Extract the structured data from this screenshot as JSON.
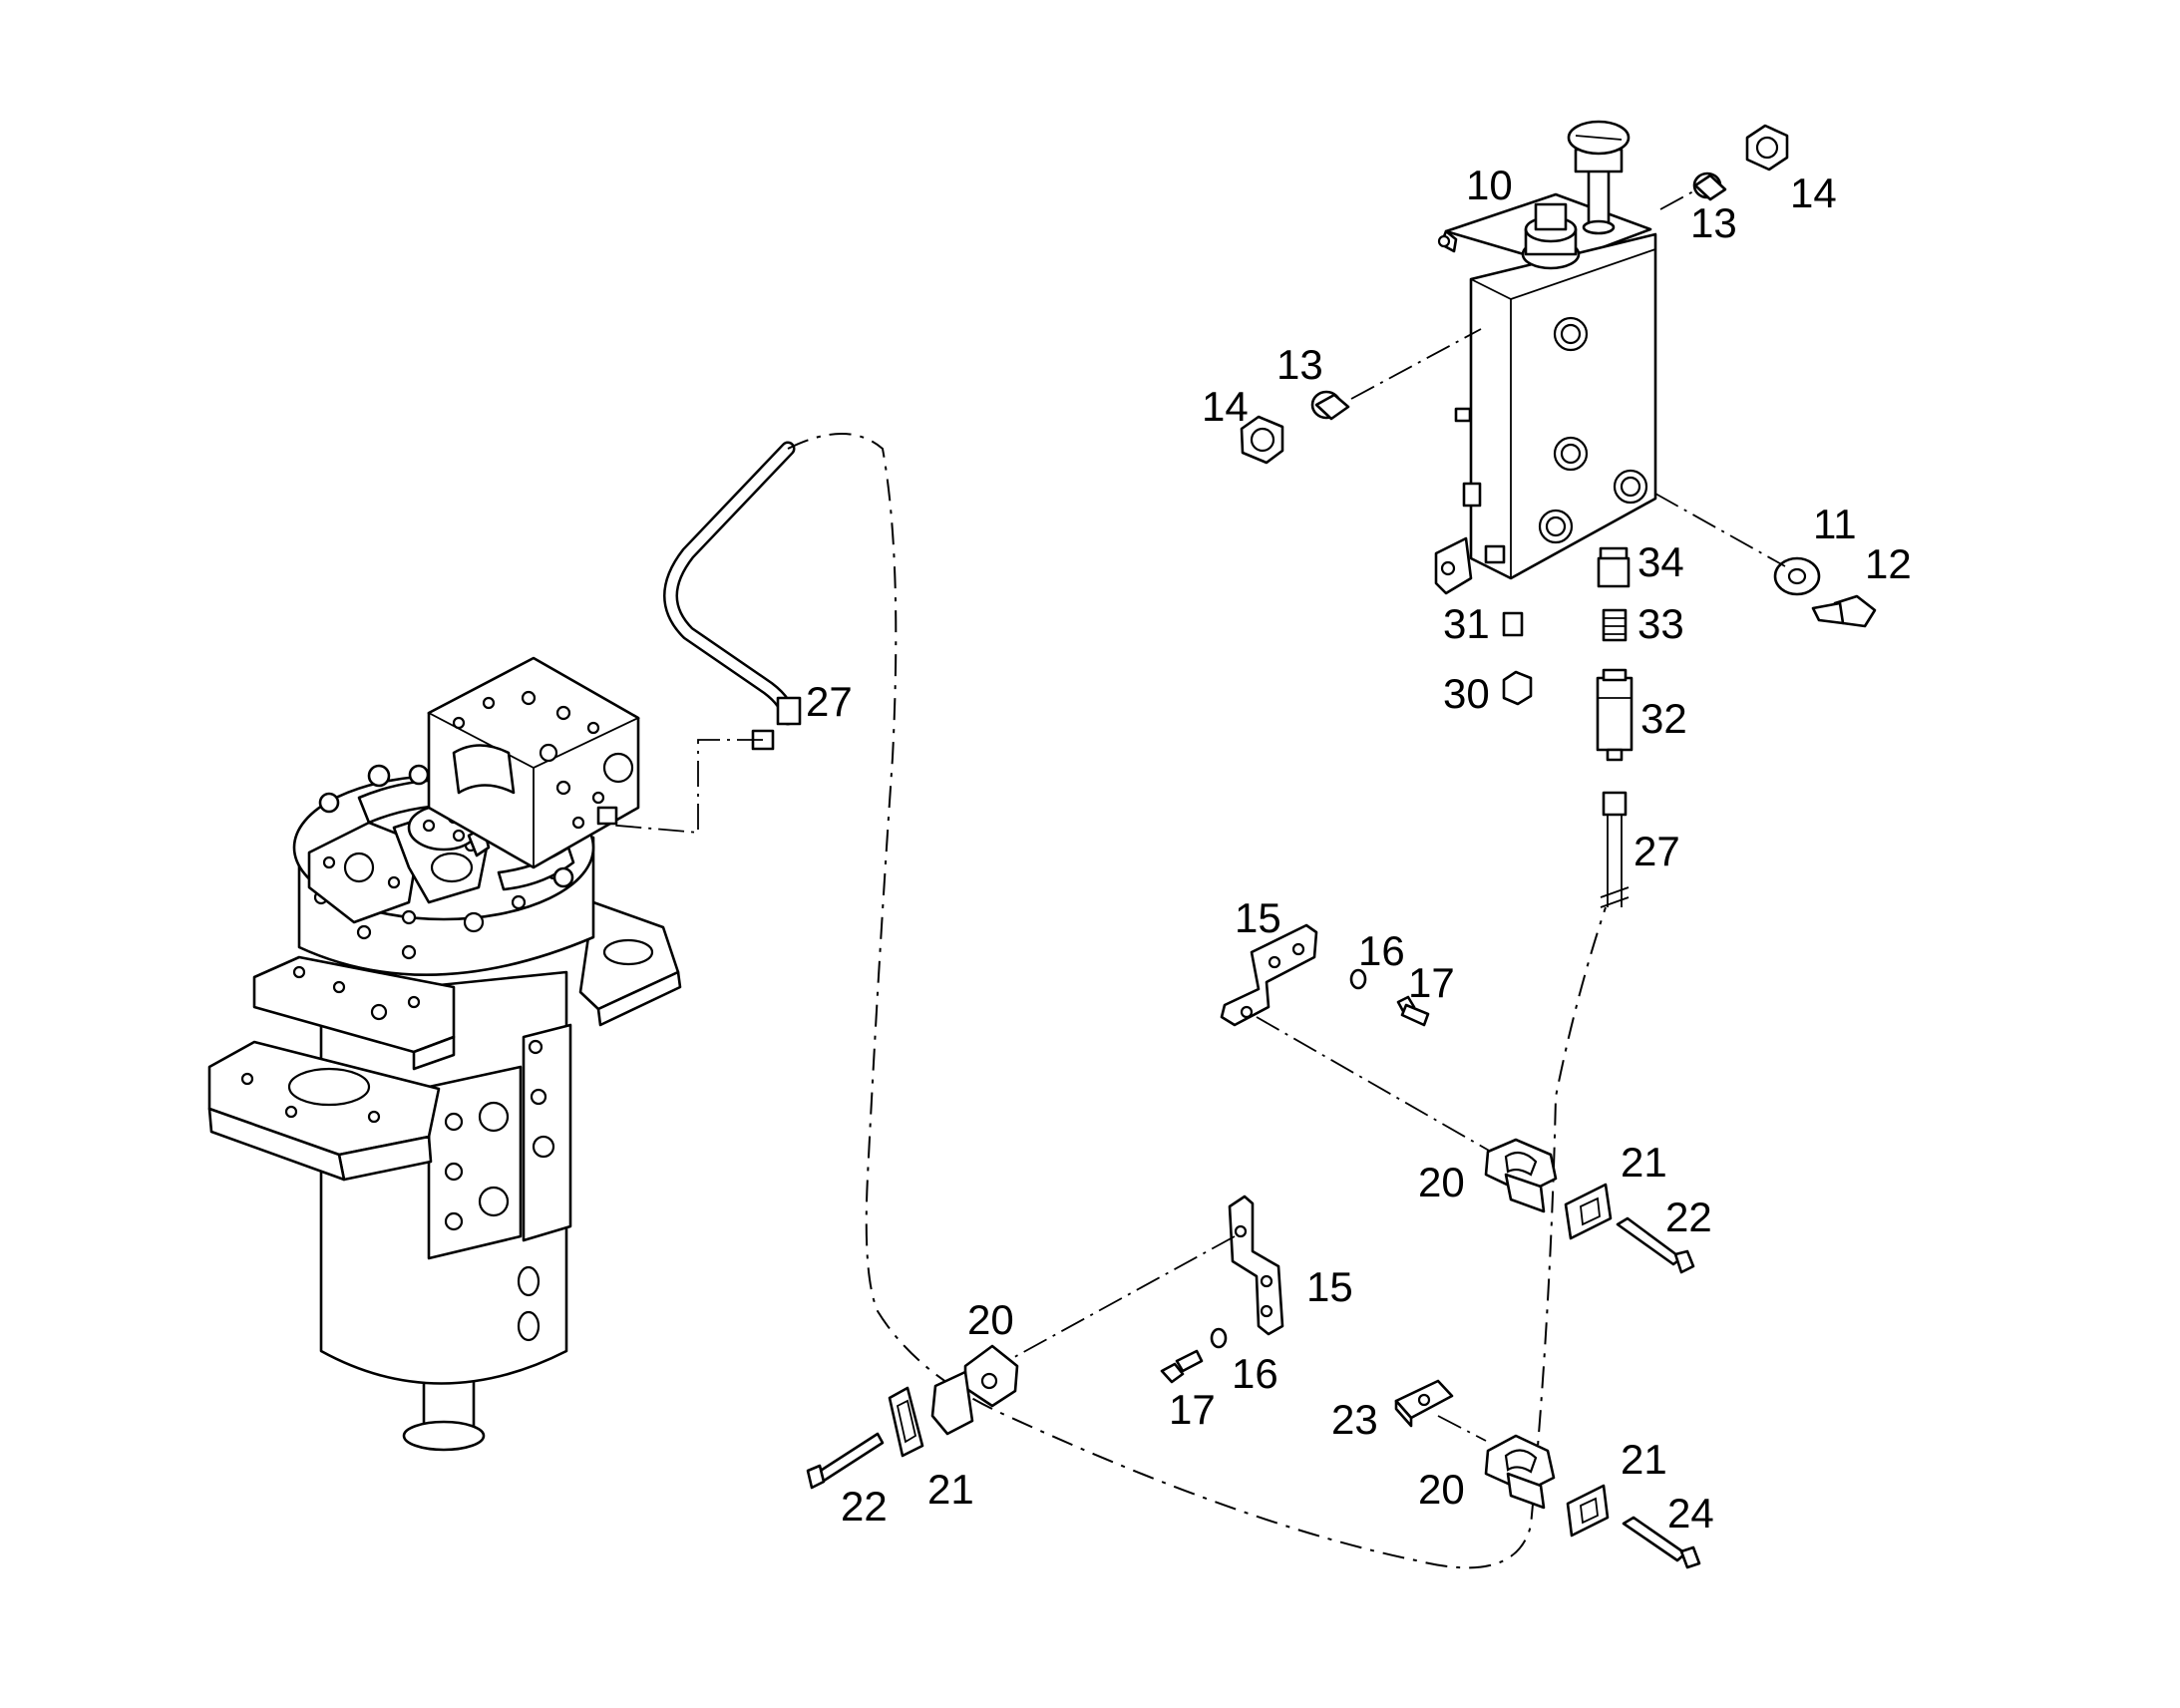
{
  "callouts": {
    "c10": "10",
    "c11": "11",
    "c12": "12",
    "c13a": "13",
    "c13b": "13",
    "c14a": "14",
    "c14b": "14",
    "c15a": "15",
    "c15b": "15",
    "c16a": "16",
    "c16b": "16",
    "c17a": "17",
    "c17b": "17",
    "c20a": "20",
    "c20b": "20",
    "c20c": "20",
    "c21a": "21",
    "c21b": "21",
    "c21c": "21",
    "c22a": "22",
    "c22b": "22",
    "c23": "23",
    "c24": "24",
    "c27a": "27",
    "c27b": "27",
    "c30": "30",
    "c31": "31",
    "c32": "32",
    "c33": "33",
    "c34": "34"
  }
}
